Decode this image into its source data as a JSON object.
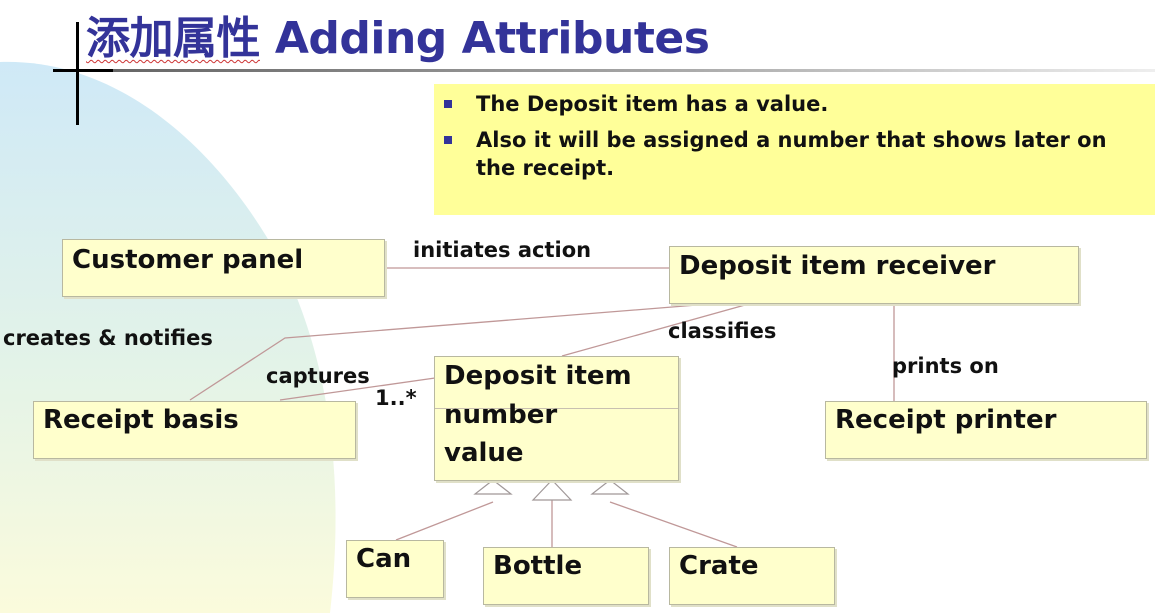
{
  "title": {
    "cjk": "添加属性",
    "latin": "Adding Attributes"
  },
  "notes": [
    "The Deposit item has a value.",
    "Also it will be assigned a number that shows later on the receipt."
  ],
  "classes": {
    "customer_panel": "Customer panel",
    "deposit_item_receiver": "Deposit item receiver",
    "receipt_basis": "Receipt basis",
    "deposit_item": "Deposit item",
    "receipt_printer": "Receipt printer",
    "can": "Can",
    "bottle": "Bottle",
    "crate": "Crate"
  },
  "attributes": {
    "number": "number",
    "value": "value"
  },
  "relations": {
    "initiates_action": "initiates action",
    "creates_notifies": "creates & notifies",
    "classifies": "classifies",
    "captures": "captures",
    "multiplicity": "1..*",
    "prints_on": "prints on"
  },
  "colors": {
    "title": "#333399",
    "note_background": "#ffff99",
    "class_fill": "#ffffcc",
    "connector": "#c09898"
  }
}
